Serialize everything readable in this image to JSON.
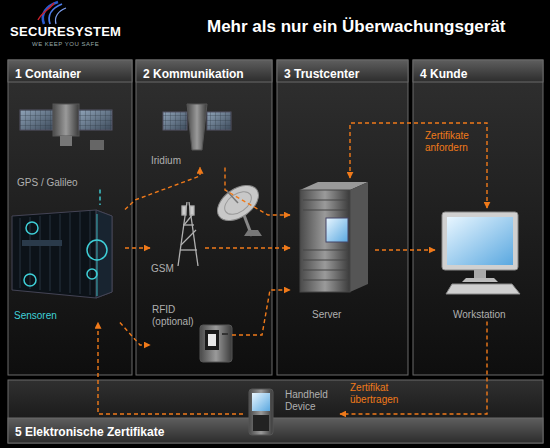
{
  "diagram": {
    "title": "Mehr als nur ein Überwachungsgerät",
    "nodes": [
      {
        "text": [
          "1 Container"
        ]
      },
      {
        "text": [
          "GPS / Galileo"
        ],
        "in": 0
      },
      {
        "text": [
          "Sensoren"
        ],
        "in": 0
      },
      {
        "text": [
          "2 Kommunikation"
        ]
      },
      {
        "text": [
          "Iridium"
        ],
        "in": 3
      },
      {
        "text": [
          "GSM"
        ],
        "in": 3
      },
      {
        "text": [
          "RFID (optional)"
        ],
        "in": 3
      },
      {
        "text": [
          "3 Trustcenter"
        ]
      },
      {
        "text": [
          "Server"
        ],
        "in": 7
      },
      {
        "text": [
          "4 Kunde"
        ]
      },
      {
        "text": [
          "Workstation"
        ],
        "in": 9
      },
      {
        "text": [
          "5 Elektronische Zertifikate"
        ]
      },
      {
        "text": [
          "Handheld Device"
        ],
        "in": 11
      }
    ],
    "edges": [
      {
        "from": 1,
        "to": 2,
        "arrow": "none"
      },
      {
        "from": 2,
        "to": 4,
        "arrow": "to"
      },
      {
        "from": 2,
        "to": 5,
        "arrow": "to"
      },
      {
        "from": 2,
        "to": 6,
        "arrow": "to"
      },
      {
        "from": 4,
        "to": 8,
        "arrow": "to"
      },
      {
        "from": 5,
        "to": 8,
        "arrow": "to"
      },
      {
        "from": 6,
        "to": 8,
        "arrow": "to"
      },
      {
        "from": 8,
        "to": 10,
        "arrow": "to"
      },
      {
        "from": 10,
        "to": 8,
        "label": "Zertifikate anfordern",
        "arrow": "both"
      },
      {
        "from": 10,
        "to": 12,
        "label": "Zertifikat übertragen",
        "arrow": "to"
      },
      {
        "from": 12,
        "to": 2,
        "arrow": "to"
      }
    ],
    "labels": [
      "SECURESYSTEM",
      "WE KEEP YOU SAFE"
    ]
  }
}
